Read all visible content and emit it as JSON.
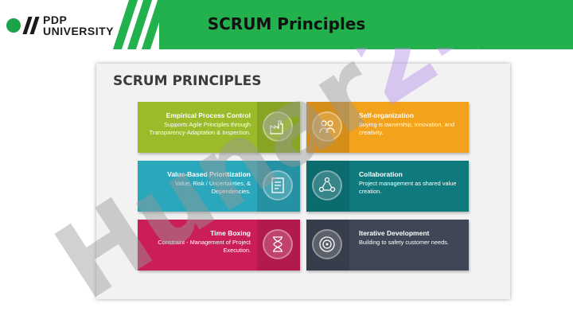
{
  "header": {
    "logo_line1": "PDP",
    "logo_line2": "UNIVERSITY",
    "title": "SCRUM Principles"
  },
  "slide": {
    "heading": "SCRUM PRINCIPLES",
    "cards": [
      {
        "title": "Empirical Process Control",
        "desc": "Supports Agile Principles through Transparency-Adaptation & Inspection.",
        "color": "#9bbb2a",
        "icon": "factory-icon"
      },
      {
        "title": "Self-organization",
        "desc": "Buying is ownership, innovation, and creativity.",
        "color": "#f3a21b",
        "icon": "team-icon"
      },
      {
        "title": "Value-Based Prioritization",
        "desc": "Value, Risk / Uncertainties, & Dependencies.",
        "color": "#2aa7ba",
        "icon": "checklist-icon"
      },
      {
        "title": "Collaboration",
        "desc": "Project management as shared value creation.",
        "color": "#0e7a7e",
        "icon": "collaboration-icon"
      },
      {
        "title": "Time Boxing",
        "desc": "Constraint - Management of Project Execution.",
        "color": "#cb1e56",
        "icon": "hourglass-icon"
      },
      {
        "title": "Iterative Development",
        "desc": "Building to safety customer needs.",
        "color": "#3f4756",
        "icon": "target-icon"
      }
    ]
  },
  "watermark": {
    "text": "Hunar24"
  }
}
